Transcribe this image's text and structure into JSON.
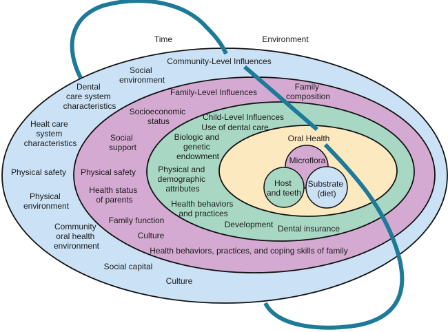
{
  "diagram": {
    "colors": {
      "community": "#cbe2f6",
      "family": "#d5aad2",
      "child": "#a8d8c4",
      "oral_health": "#fde9bf",
      "microflora": "#d5aad2",
      "host": "#a8d8c4",
      "substrate": "#cbe2f6",
      "curve": "#1e7a99",
      "outline": "#111111"
    },
    "outside": {
      "time": "Time",
      "environment": "Environment"
    },
    "community": {
      "title": "Community-Level Influences",
      "items": [
        [
          "Social",
          "environment"
        ],
        [
          "Dental",
          "care system",
          "characteristics"
        ],
        [
          "Healt care",
          "system",
          "characteristics"
        ],
        [
          "Physical safety"
        ],
        [
          "Physical",
          "environment"
        ],
        [
          "Community",
          "oral health",
          "environment"
        ],
        [
          "Social capital"
        ],
        [
          "Culture"
        ]
      ]
    },
    "family": {
      "title": "Family-Level Influences",
      "items": [
        [
          "Family",
          "composition"
        ],
        [
          "Socioeconomic",
          "status"
        ],
        [
          "Social",
          "support"
        ],
        [
          "Physical safety"
        ],
        [
          "Health status",
          "of parents"
        ],
        [
          "Family function"
        ],
        [
          "Culture"
        ],
        [
          "Health behaviors, practices, and coping skills of family"
        ]
      ]
    },
    "child": {
      "title": "Child-Level Influences",
      "items": [
        [
          "Use of dental care"
        ],
        [
          "Biologic and",
          "genetic",
          "endowment"
        ],
        [
          "Physical and",
          "demographic",
          "attributes"
        ],
        [
          "Health behaviors",
          "and practices"
        ],
        [
          "Development"
        ],
        [
          "Dental insurance"
        ]
      ]
    },
    "oral_health": {
      "title": "Oral Health",
      "microflora": [
        "Microflora"
      ],
      "host": [
        "Host",
        "and teeth"
      ],
      "substrate": [
        "Substrate",
        "(diet)"
      ]
    }
  }
}
